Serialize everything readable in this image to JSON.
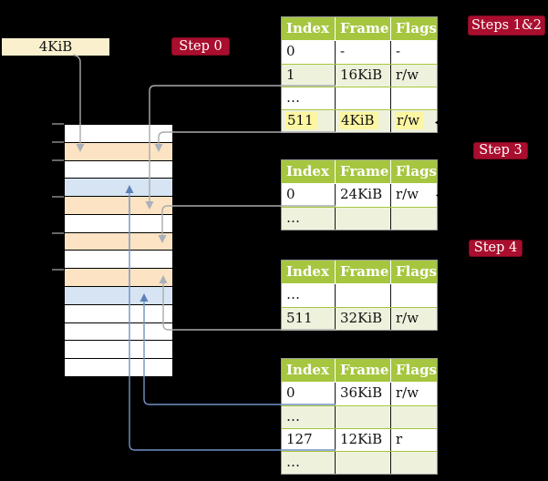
{
  "frame_label": "4KiB",
  "badges": {
    "step0": "Step 0",
    "steps12": "Steps 1&2",
    "step3": "Step 3",
    "step4": "Step 4"
  },
  "memory": {
    "description": "physical memory column, 14 frame rows top to bottom",
    "row_fills": [
      "white",
      "orange",
      "white",
      "blue",
      "orange",
      "white",
      "orange",
      "white",
      "orange",
      "blue",
      "white",
      "white",
      "white",
      "white"
    ]
  },
  "tables": [
    {
      "name": "page-table-step0",
      "headers": [
        "Index",
        "Frame",
        "Flags"
      ],
      "rows": [
        [
          "0",
          "-",
          "-"
        ],
        [
          "1",
          "16KiB",
          "r/w"
        ],
        [
          "…",
          "",
          ""
        ],
        [
          "511",
          "4KiB",
          "r/w"
        ]
      ],
      "highlight_row": 3
    },
    {
      "name": "page-table-step3",
      "headers": [
        "Index",
        "Frame",
        "Flags"
      ],
      "rows": [
        [
          "0",
          "24KiB",
          "r/w"
        ],
        [
          "…",
          "",
          ""
        ]
      ],
      "highlight_row": -1
    },
    {
      "name": "page-table-step4a",
      "headers": [
        "Index",
        "Frame",
        "Flags"
      ],
      "rows": [
        [
          "…",
          "",
          ""
        ],
        [
          "511",
          "32KiB",
          "r/w"
        ]
      ],
      "highlight_row": -1
    },
    {
      "name": "page-table-step4b",
      "headers": [
        "Index",
        "Frame",
        "Flags"
      ],
      "rows": [
        [
          "0",
          "36KiB",
          "r/w"
        ],
        [
          "…",
          "",
          ""
        ],
        [
          "127",
          "12KiB",
          "r"
        ],
        [
          "…",
          "",
          ""
        ]
      ],
      "highlight_row": -1
    }
  ],
  "connectors": [
    {
      "name": "arrow-4kib-label-to-frame-4kib",
      "color": "#ABABAB"
    },
    {
      "name": "arrow-t1-entry1-to-frame-16kib",
      "color": "#ABABAB"
    },
    {
      "name": "arrow-t1-entry511-to-frame-4kib",
      "color": "#ABABAB"
    },
    {
      "name": "arrow-t2-entry0-to-frame-24kib",
      "color": "#ABABAB"
    },
    {
      "name": "arrow-t3-entry511-to-frame-32kib",
      "color": "#ABABAB"
    },
    {
      "name": "arrow-t4-entry0-to-frame-36kib",
      "color": "#7191C4"
    },
    {
      "name": "arrow-t4-entry127-to-frame-12kib",
      "color": "#7191C4"
    }
  ],
  "colors": {
    "background": "#000000",
    "table_header_green": "#A6C63F",
    "table_row_green": "#EEF2DD",
    "frame_orange": "#FBE3C3",
    "frame_blue": "#D6E4F3",
    "label_cream": "#FAF0CE",
    "badge_red": "#A90E2E",
    "highlight_yellow": "#FCF6A2",
    "gray_line": "#ABABAB",
    "blue_line": "#7191C4"
  }
}
